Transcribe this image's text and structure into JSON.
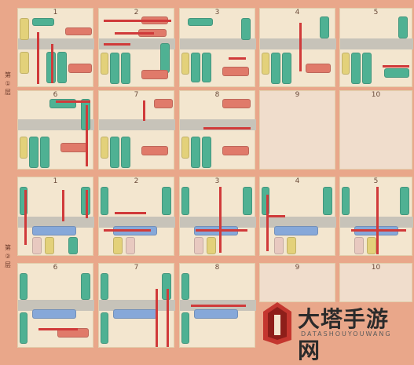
{
  "floors": [
    {
      "label": "第①层",
      "panels": [
        "1",
        "2",
        "3",
        "4",
        "5",
        "6",
        "7",
        "8",
        "9",
        "10"
      ]
    },
    {
      "label": "第②层",
      "panels": [
        "1",
        "2",
        "3",
        "4",
        "5",
        "6",
        "7",
        "8",
        "9",
        "10"
      ]
    }
  ],
  "watermark": {
    "title": "大塔手游网",
    "subtitle": "DATASHOUYOUWANG"
  },
  "colors": {
    "red_car": "#e07a6a",
    "green_car": "#4fb193",
    "yellow_car": "#e3d17a",
    "blue_car": "#86a8d9",
    "arrow": "#d03a3a",
    "background": "#e9a78a"
  }
}
